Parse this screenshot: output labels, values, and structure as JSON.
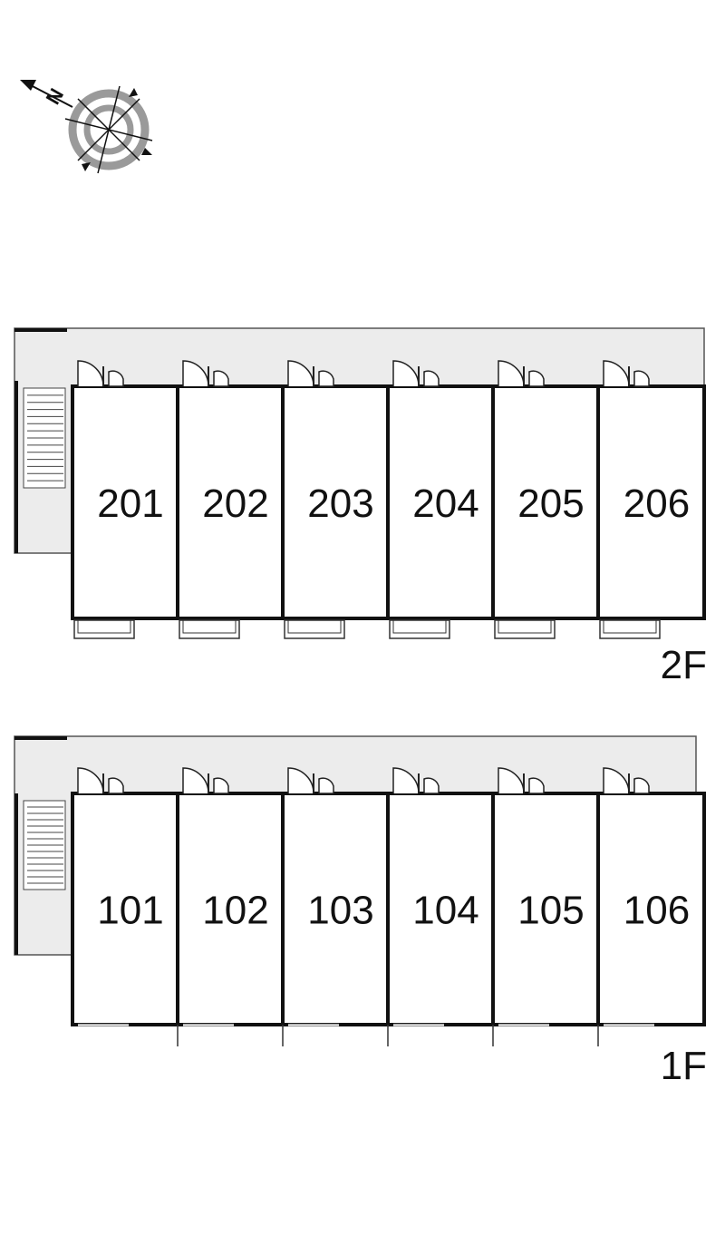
{
  "compass": {
    "north_label": "N",
    "icon": "compass-rose-icon"
  },
  "colors": {
    "corridor": "#ececec",
    "wall": "#111111",
    "background": "#ffffff",
    "compass_ring": "#9a9a9a"
  },
  "floors": [
    {
      "id": "2F",
      "label": "2F",
      "units": [
        "201",
        "202",
        "203",
        "204",
        "205",
        "206"
      ]
    },
    {
      "id": "1F",
      "label": "1F",
      "units": [
        "101",
        "102",
        "103",
        "104",
        "105",
        "106"
      ]
    }
  ]
}
